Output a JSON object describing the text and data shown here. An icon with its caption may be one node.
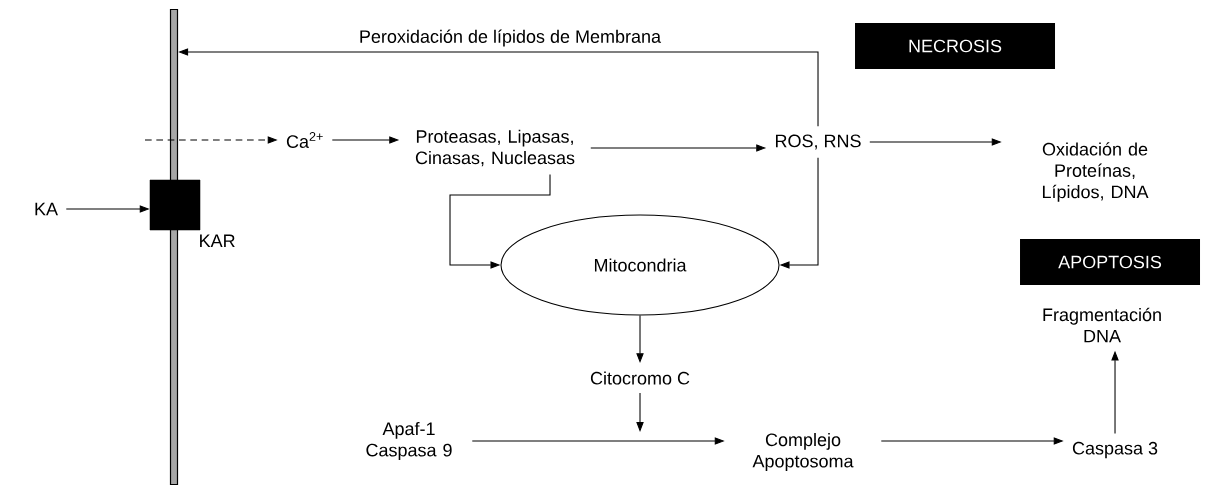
{
  "diagram": {
    "nodes": [
      {
        "text": [
          "KA"
        ]
      },
      {
        "text": [],
        "shape": "box",
        "beside": [
          "KAR"
        ]
      },
      {
        "text": [],
        "shape": "bar"
      },
      {
        "text": [
          "Ca$^{2+}$"
        ]
      },
      {
        "text": [
          "Proteasas, Lipasas, Cinasas, Nucleasas"
        ]
      },
      {
        "text": [
          "ROS, RNS"
        ]
      },
      {
        "text": [
          "Oxidación de Proteínas, Lípidos, DNA"
        ]
      },
      {
        "text": [
          "NECROSIS"
        ]
      },
      {
        "text": [
          "Mitocondria"
        ]
      },
      {
        "text": [
          "APOPTOSIS"
        ]
      },
      {
        "text": [
          "Fragmentación DNA"
        ]
      },
      {
        "text": [
          "Citocromo C"
        ]
      },
      {
        "text": [
          "Apaf-1 Caspasa 9"
        ]
      },
      {
        "text": [
          "Complejo Apoptosoma"
        ]
      },
      {
        "text": [
          "Caspasa 3"
        ]
      }
    ],
    "edges": [
      {
        "from": 0,
        "to": 1,
        "arrow": "to"
      },
      {
        "from": null,
        "to": 3,
        "arrow": "to",
        "style": "dashed"
      },
      {
        "from": 3,
        "to": 4,
        "arrow": "to"
      },
      {
        "from": 4,
        "to": 5,
        "arrow": "to"
      },
      {
        "from": 5,
        "to": 6,
        "arrow": "to"
      },
      {
        "from": 5,
        "to": 2,
        "arrow": "to",
        "label": "Peroxidación de lípidos de Membrana"
      },
      {
        "from": 4,
        "to": 8,
        "arrow": "to"
      },
      {
        "from": 5,
        "to": 8,
        "arrow": "to"
      },
      {
        "from": 8,
        "to": 11,
        "arrow": "to"
      },
      {
        "from": 11,
        "to": null,
        "arrow": "to"
      },
      {
        "from": 12,
        "to": 13,
        "arrow": "to"
      },
      {
        "from": 13,
        "to": 14,
        "arrow": "to"
      },
      {
        "from": 14,
        "to": 10,
        "arrow": "to"
      }
    ]
  }
}
